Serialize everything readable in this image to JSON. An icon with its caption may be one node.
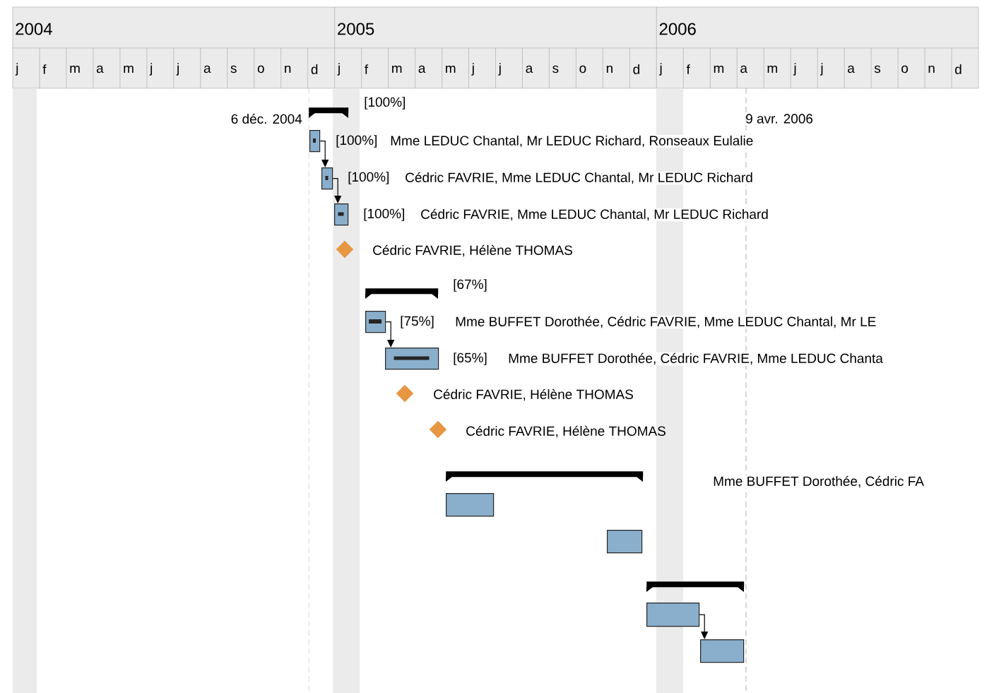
{
  "diagram": {
    "nodes": [
      {
        "text": [],
        "shape": "bar",
        "beside": [
          "[100%]"
        ]
      },
      {
        "text": [],
        "shape": "box",
        "beside": [
          "[100%]",
          "Mme LEDUC Chantal, Mr LEDUC Richard, Ronseaux Eulalie"
        ]
      },
      {
        "text": [],
        "shape": "box",
        "beside": [
          "[100%]",
          "Cédric FAVRIE, Mme LEDUC Chantal, Mr LEDUC Richard"
        ]
      },
      {
        "text": [],
        "shape": "box",
        "beside": [
          "[100%]",
          "Cédric FAVRIE, Mme LEDUC Chantal, Mr LEDUC Richard"
        ]
      },
      {
        "text": [],
        "shape": "diamond",
        "beside": [
          "Cédric FAVRIE, Hélène THOMAS"
        ]
      },
      {
        "text": [],
        "shape": "bar",
        "beside": [
          "[67%]"
        ]
      },
      {
        "text": [],
        "shape": "box",
        "beside": [
          "[75%]",
          "Mme BUFFET Dorothée, Cédric FAVRIE, Mme LEDUC Chantal, Mr LE"
        ]
      },
      {
        "text": [],
        "shape": "box",
        "beside": [
          "[65%]",
          "Mme BUFFET Dorothée, Cédric FAVRIE, Mme LEDUC Chanta"
        ]
      },
      {
        "text": [],
        "shape": "diamond",
        "beside": [
          "Cédric FAVRIE, Hélène THOMAS"
        ]
      },
      {
        "text": [],
        "shape": "diamond",
        "beside": [
          "Cédric FAVRIE, Hélène THOMAS"
        ]
      },
      {
        "text": [],
        "shape": "bar"
      },
      {
        "text": [],
        "shape": "box"
      },
      {
        "text": [],
        "shape": "box"
      },
      {
        "text": [],
        "shape": "bar"
      },
      {
        "text": [],
        "shape": "box"
      },
      {
        "text": [],
        "shape": "box"
      }
    ],
    "edges": [
      {
        "from": 1,
        "to": 2,
        "arrow": "to"
      },
      {
        "from": 2,
        "to": 3,
        "arrow": "to"
      },
      {
        "from": 6,
        "to": 7,
        "arrow": "to"
      },
      {
        "from": 14,
        "to": 15,
        "arrow": "to"
      }
    ],
    "labels": [
      "2004",
      "2005",
      "2006",
      "j",
      "f",
      "m",
      "a",
      "m",
      "j",
      "j",
      "a",
      "s",
      "o",
      "n",
      "d",
      "j",
      "f",
      "m",
      "a",
      "m",
      "j",
      "j",
      "a",
      "s",
      "o",
      "n",
      "d",
      "j",
      "f",
      "m",
      "a",
      "m",
      "j",
      "j",
      "a",
      "s",
      "o",
      "n",
      "d",
      "6 déc. 2004",
      "9 avr. 2006",
      "Mme BUFFET Dorothée, Cédric FA"
    ]
  }
}
